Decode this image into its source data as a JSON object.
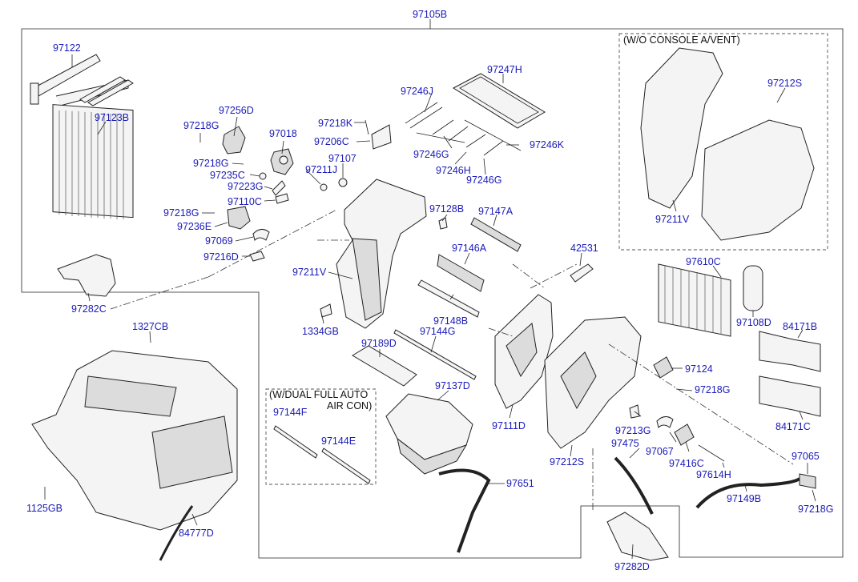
{
  "diagram": {
    "main_label": "97105B",
    "notes": {
      "wo_console": "(W/O CONSOLE A/VENT)",
      "dual_auto_1": "(W/DUAL FULL AUTO",
      "dual_auto_2": "AIR CON)"
    },
    "labels": {
      "l97122": "97122",
      "l97123B": "97123B",
      "l97256D": "97256D",
      "l97218G_1": "97218G",
      "l97018": "97018",
      "l97218K": "97218K",
      "l97206C": "97206C",
      "l97107": "97107",
      "l97218G_2": "97218G",
      "l97235C": "97235C",
      "l97211J": "97211J",
      "l97223G": "97223G",
      "l97110C": "97110C",
      "l97218G_3": "97218G",
      "l97236E": "97236E",
      "l97069": "97069",
      "l97216D": "97216D",
      "l97247H": "97247H",
      "l97246J": "97246J",
      "l97246G_1": "97246G",
      "l97246K": "97246K",
      "l97246H": "97246H",
      "l97246G_2": "97246G",
      "l97128B": "97128B",
      "l97147A": "97147A",
      "l97146A": "97146A",
      "l97211V_1": "97211V",
      "l1334GB": "1334GB",
      "l97148B": "97148B",
      "l97144G": "97144G",
      "l97189D": "97189D",
      "l97282C": "97282C",
      "l1327CB": "1327CB",
      "l1125GB": "1125GB",
      "l84777D": "84777D",
      "l97144F": "97144F",
      "l97144E": "97144E",
      "l97137D": "97137D",
      "l97651": "97651",
      "l97111D": "97111D",
      "l42531": "42531",
      "l97212S_1": "97212S",
      "l97211V_2": "97211V",
      "l97610C": "97610C",
      "l97108D": "97108D",
      "l84171B": "84171B",
      "l84171C": "84171C",
      "l97124": "97124",
      "l97218G_4": "97218G",
      "l97213G": "97213G",
      "l97475": "97475",
      "l97067": "97067",
      "l97416C": "97416C",
      "l97614H": "97614H",
      "l97149B": "97149B",
      "l97065": "97065",
      "l97218G_5": "97218G",
      "l97212S_2": "97212S",
      "l97282D": "97282D"
    }
  }
}
